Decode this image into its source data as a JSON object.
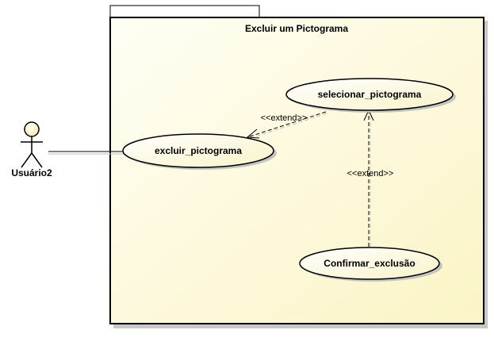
{
  "package": {
    "title": "Excluir um Pictograma"
  },
  "actor": {
    "name": "Usuário2"
  },
  "use_cases": {
    "excluir": "excluir_pictograma",
    "selecionar": "selecionar_pictograma",
    "confirmar": "Confirmar_exclusão"
  },
  "relations": {
    "extend_1": "<<extend>>",
    "extend_2": "<<extend>>"
  },
  "colors": {
    "fill_light": "#fffef0",
    "fill_dark": "#fbf5c8",
    "stroke": "#000000"
  }
}
